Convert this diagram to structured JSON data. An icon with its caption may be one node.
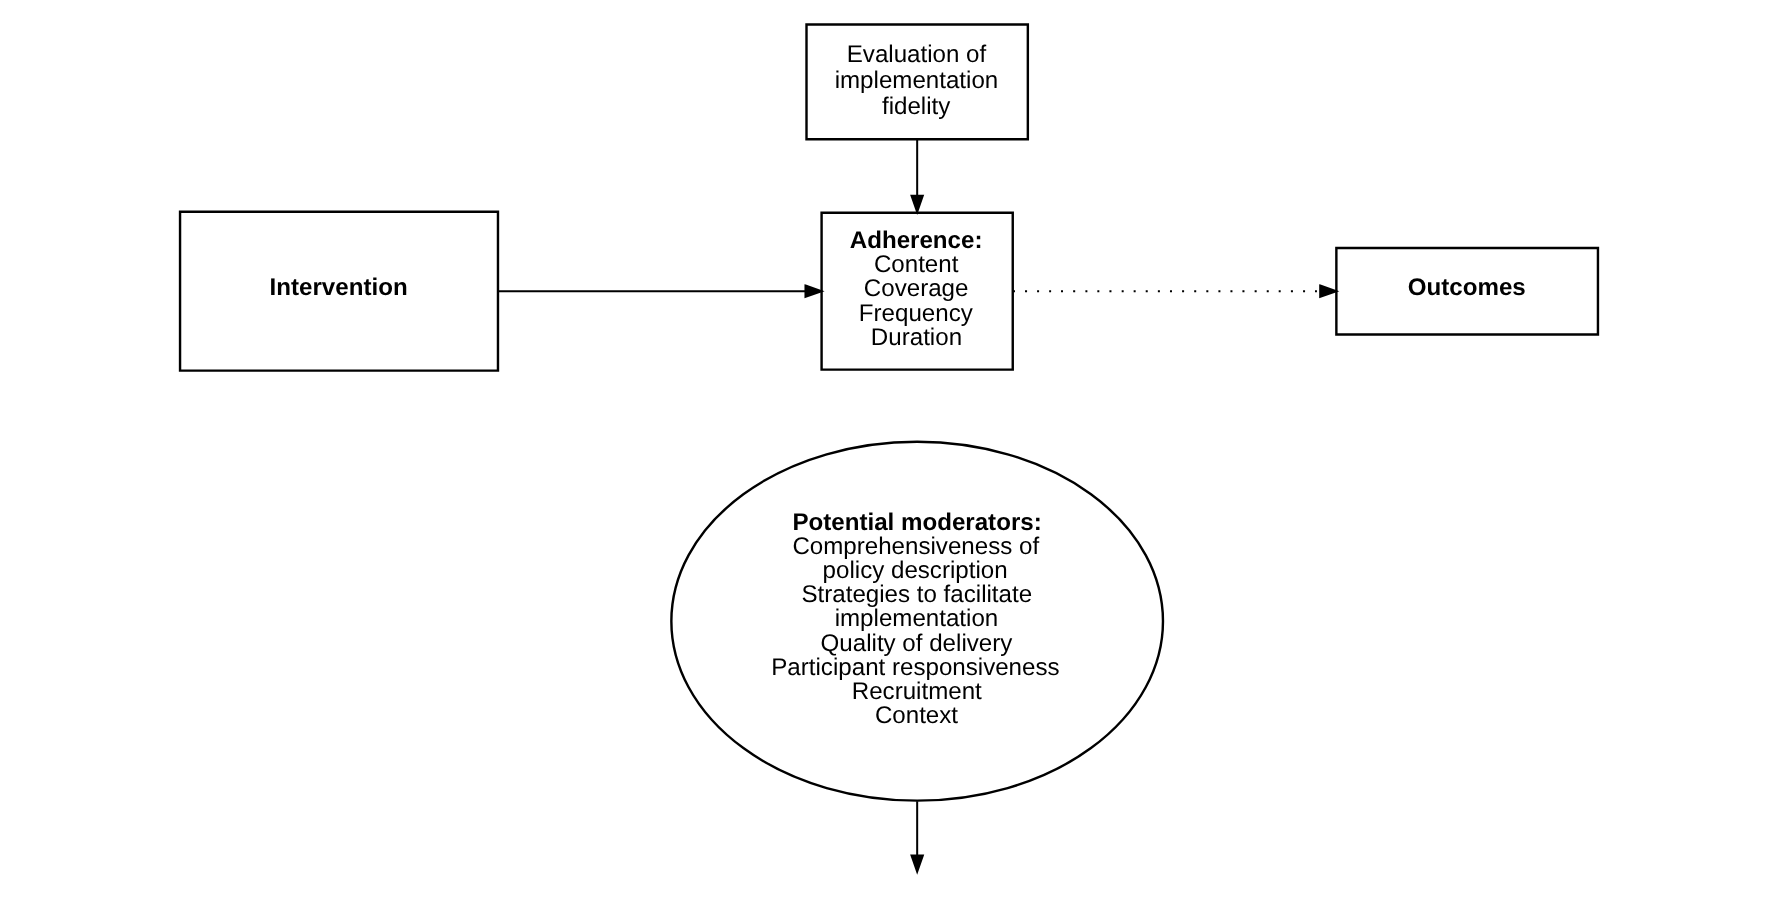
{
  "diagram": {
    "nodes": [
      {
        "text": [
          "Potential moderators:",
          "Comprehensiveness of policy description",
          "Strategies to facilitate implementation",
          "Quality of delivery",
          "Participant responsiveness",
          "Recruitment",
          "Context"
        ]
      },
      {
        "text": [
          "Intervention"
        ]
      },
      {
        "text": [
          "Adherence:",
          "Content",
          "Coverage",
          "Frequency",
          "Duration"
        ]
      },
      {
        "text": [
          "Outcomes"
        ]
      },
      {
        "text": [
          "Evaluation of implementation fidelity"
        ]
      }
    ],
    "edges": [
      {
        "from": 1,
        "to": 2,
        "arrow": "to"
      },
      {
        "from": 0,
        "to": null,
        "arrow": "to"
      },
      {
        "from": 2,
        "to": 3,
        "arrow": "to",
        "style": "dashed"
      },
      {
        "from": 4,
        "to": 2,
        "arrow": "to"
      }
    ]
  }
}
